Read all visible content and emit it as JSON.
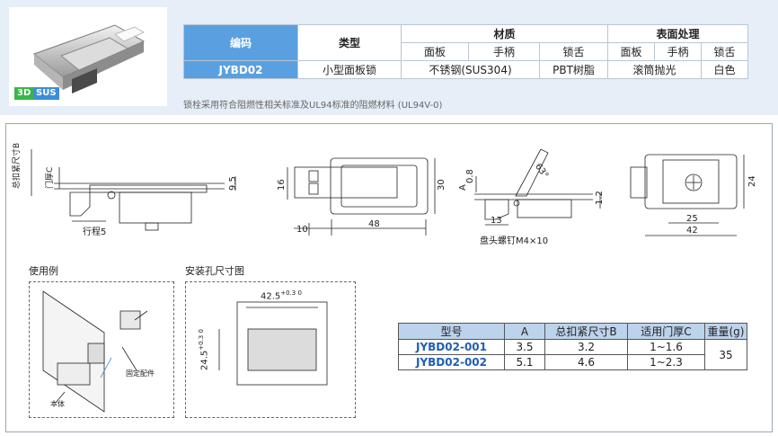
{
  "badges": {
    "three_d": "3D",
    "sus": "SUS"
  },
  "spec_table": {
    "code_header": "编码",
    "type_header": "类型",
    "material_header": "材质",
    "surface_header": "表面处理",
    "sub_panel": "面板",
    "sub_handle": "手柄",
    "sub_tongue": "锁舌",
    "code_value": "JYBD02",
    "type_value": "小型面板锁",
    "material_panel_handle": "不锈钢(SUS304)",
    "material_tongue": "PBT树脂",
    "surface_panel_handle": "滚筒抛光",
    "surface_tongue": "白色"
  },
  "note": "锁栓采用符合阻燃性相关标准及UL94标准的阻燃材料 (UL94V-0)",
  "drawing": {
    "label_total_clamp": "总扣紧尺寸B",
    "label_door_thickness": "门厚C",
    "label_stroke": "行程5",
    "dim_9_5": "9.5",
    "dim_16": "16",
    "dim_30": "30",
    "dim_10": "10",
    "dim_48": "48",
    "label_a": "A",
    "dim_0_8": "0.8",
    "dim_13": "13",
    "dim_63": "63°",
    "dim_1_2": "1.2",
    "label_screw": "盘头螺钉M4×10",
    "dim_24": "24",
    "dim_25": "25",
    "dim_42": "42",
    "usage_title": "使用例",
    "hole_title": "安装孔尺寸图",
    "label_fixing": "固定配件",
    "label_body": "本体",
    "hole_width": "42.5",
    "hole_width_tol": "+0.3 0",
    "hole_height": "24.5",
    "hole_height_tol": "+0.3 0"
  },
  "model_table": {
    "headers": [
      "型号",
      "A",
      "总扣紧尺寸B",
      "适用门厚C",
      "重量(g)"
    ],
    "rows": [
      {
        "model": "JYBD02-001",
        "a": "3.5",
        "b": "3.2",
        "c": "1~1.6"
      },
      {
        "model": "JYBD02-002",
        "a": "5.1",
        "b": "4.6",
        "c": "1~2.3"
      }
    ],
    "weight": "35"
  }
}
